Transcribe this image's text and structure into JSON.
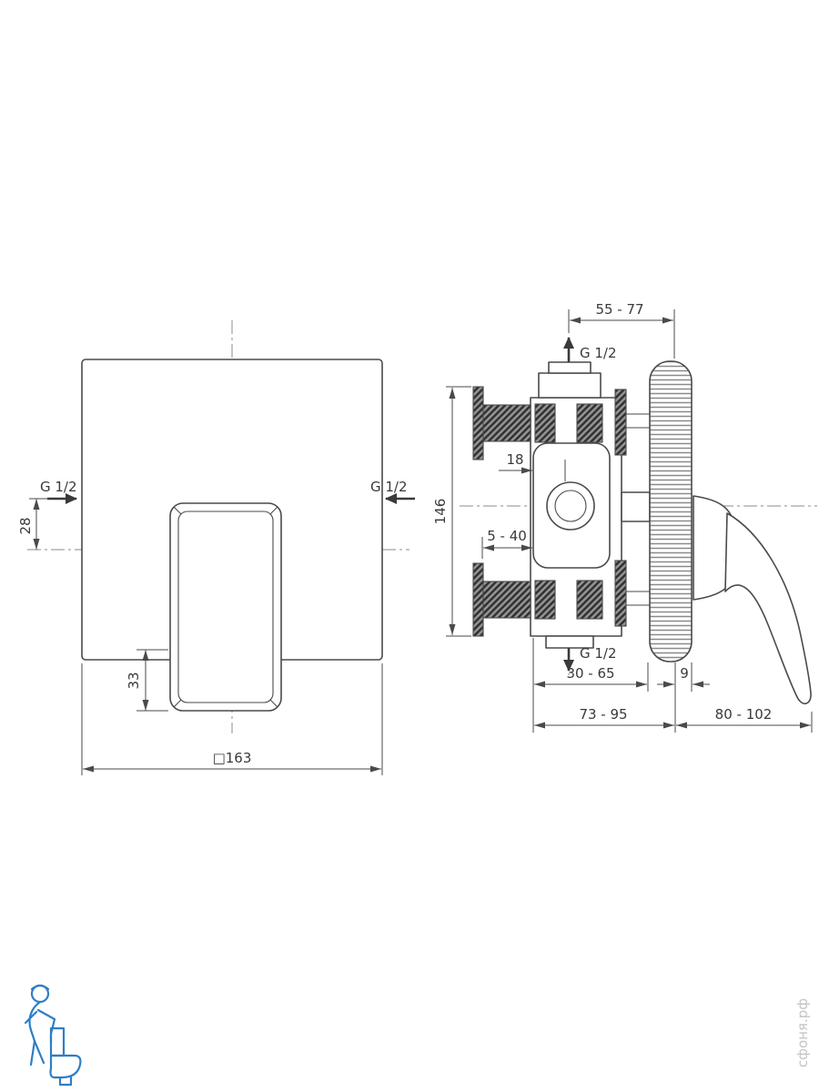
{
  "title": "Built-in shower mixer installation drawing",
  "colors": {
    "line": "#4a4a4a",
    "centerline": "#8b8b8b",
    "logo_blue": "#2e7ec6",
    "watermark_gray": "#c4c4c4"
  },
  "front_view": {
    "g12_left": "G 1/2",
    "g12_right": "G 1/2",
    "dim_inlet_offset": "28",
    "dim_handle": "33",
    "dim_plate": "□163"
  },
  "side_view": {
    "dim_top_depth": "55 - 77",
    "g12_top": "G 1/2",
    "dim_height": "146",
    "dim_18": "18",
    "dim_plaster": "5 - 40",
    "g12_bottom": "G 1/2",
    "dim_30_65": "30 - 65",
    "dim_flange": "9",
    "dim_73_95": "73 - 95",
    "dim_80_102": "80 - 102"
  },
  "watermark": {
    "text": "сфоня.рф"
  }
}
